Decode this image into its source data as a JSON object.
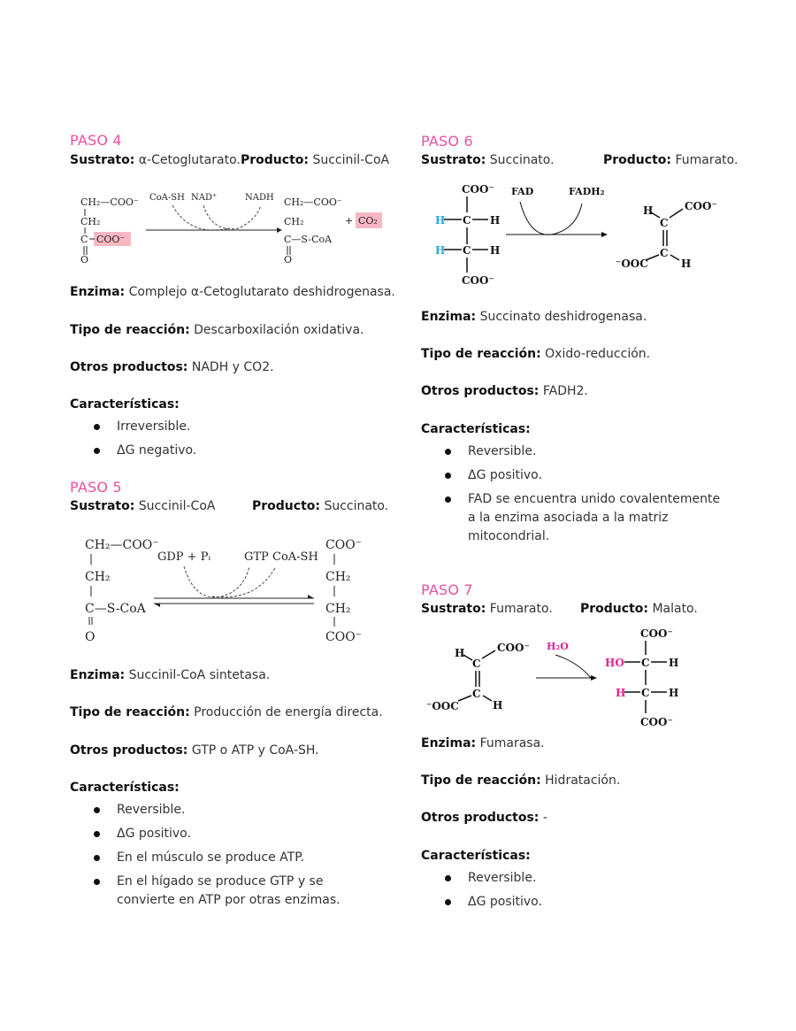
{
  "paso4": {
    "title": "PASO 4",
    "sustrato_label": "Sustrato:",
    "sustrato": "α-Cetoglutarato.",
    "producto_label": "Producto:",
    "producto": "Succinil-CoA",
    "diagram": {
      "r1": "CH₂—COO⁻",
      "r2": "CH₂",
      "r3": "C",
      "r3b": "COO⁻",
      "r4": "O",
      "coash": "CoA-SH",
      "nad": "NAD⁺",
      "nadh": "NADH",
      "p1": "CH₂—COO⁻",
      "p2": "CH₂",
      "p3": "C—S-CoA",
      "p4": "O",
      "plus": "+",
      "co2": "CO₂"
    },
    "enzima_label": "Enzima:",
    "enzima": "Complejo α-Cetoglutarato deshidrogenasa.",
    "tipo_label": "Tipo de reacción:",
    "tipo": "Descarboxilación oxidativa.",
    "otros_label": "Otros productos:",
    "otros": "NADH y CO2.",
    "car_label": "Características:",
    "caracteristicas": [
      "Irreversible.",
      "ΔG negativo."
    ]
  },
  "paso5": {
    "title": "PASO 5",
    "sustrato_label": "Sustrato:",
    "sustrato": "Succinil-CoA",
    "producto_label": "Producto:",
    "producto": "Succinato.",
    "diagram": {
      "r1": "CH₂—COO⁻",
      "r2": "CH₂",
      "r3": "C—S-CoA",
      "r4": "O",
      "gdp": "GDP + Pᵢ",
      "gtp": "GTP",
      "coash": "CoA-SH",
      "p1": "COO⁻",
      "p2": "CH₂",
      "p3": "CH₂",
      "p4": "COO⁻"
    },
    "enzima_label": "Enzima:",
    "enzima": "Succinil-CoA sintetasa.",
    "tipo_label": "Tipo de reacción:",
    "tipo": "Producción de energía directa.",
    "otros_label": "Otros productos:",
    "otros": "GTP o ATP y CoA-SH.",
    "car_label": "Características:",
    "caracteristicas": [
      "Reversible.",
      "ΔG positivo.",
      "En el músculo se produce ATP.",
      "En el hígado se produce GTP y se convierte en ATP por otras enzimas."
    ]
  },
  "paso6": {
    "title": "PASO 6",
    "sustrato_label": "Sustrato:",
    "sustrato": "Succinato.",
    "producto_label": "Producto:",
    "producto": "Fumarato.",
    "diagram": {
      "coo_top": "COO⁻",
      "h": "H",
      "c": "C",
      "coo_bot": "COO⁻",
      "fad": "FAD",
      "fadh2": "FADH₂",
      "f_h": "H",
      "f_c": "C",
      "f_coo": "COO⁻",
      "f_ooc": "⁻OOC"
    },
    "enzima_label": "Enzima:",
    "enzima": "Succinato deshidrogenasa.",
    "tipo_label": "Tipo de reacción:",
    "tipo": "Oxido-reducción.",
    "otros_label": "Otros productos:",
    "otros": "FADH2.",
    "car_label": "Características:",
    "caracteristicas": [
      "Reversible.",
      "ΔG positivo.",
      "FAD se encuentra unido covalentemente a la enzima asociada a la matriz mitocondrial."
    ]
  },
  "paso7": {
    "title": "PASO 7",
    "sustrato_label": "Sustrato:",
    "sustrato": "Fumarato.",
    "producto_label": "Producto:",
    "producto": "Malato.",
    "diagram": {
      "h": "H",
      "c": "C",
      "coo": "COO⁻",
      "ooc": "⁻OOC",
      "h2o": "H₂O",
      "ho": "HO",
      "m_coo": "COO⁻"
    },
    "enzima_label": "Enzima:",
    "enzima": "Fumarasa.",
    "tipo_label": "Tipo de reacción:",
    "tipo": "Hidratación.",
    "otros_label": "Otros productos:",
    "otros": "-",
    "car_label": "Características:",
    "caracteristicas": [
      "Reversible.",
      "ΔG positivo."
    ]
  },
  "colors": {
    "accent_pink": "#ec4fa0",
    "highlight_pink": "#f7b8c4",
    "h_blue": "#2aa8e0",
    "magenta": "#e0208f"
  }
}
